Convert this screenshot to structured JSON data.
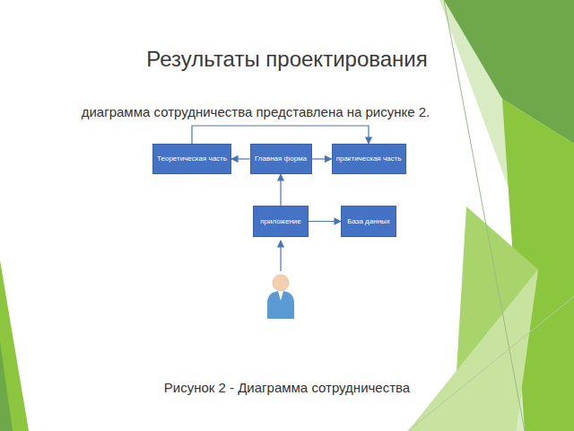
{
  "diagram": {
    "title": "Результаты проектирования",
    "caption": "Рисунок 2 - Диаграмма сотрудничества",
    "nodes": [
      {
        "text": [
          "Теоретическая часть"
        ]
      },
      {
        "text": [
          "Главная форма"
        ]
      },
      {
        "text": [
          "практическая часть"
        ]
      },
      {
        "text": [
          "приложение"
        ]
      },
      {
        "text": [
          "База данных"
        ]
      }
    ],
    "edges": [
      {
        "from": 1,
        "to": 0,
        "arrow": "to"
      },
      {
        "from": 1,
        "to": 2,
        "arrow": "to"
      },
      {
        "from": 3,
        "to": 1,
        "arrow": "to"
      },
      {
        "from": 3,
        "to": 4,
        "arrow": "to"
      },
      {
        "from": 0,
        "to": 2,
        "arrow": "to"
      }
    ],
    "labels": [
      "диаграмма сотрудничества представлена на рисунке 2."
    ]
  }
}
